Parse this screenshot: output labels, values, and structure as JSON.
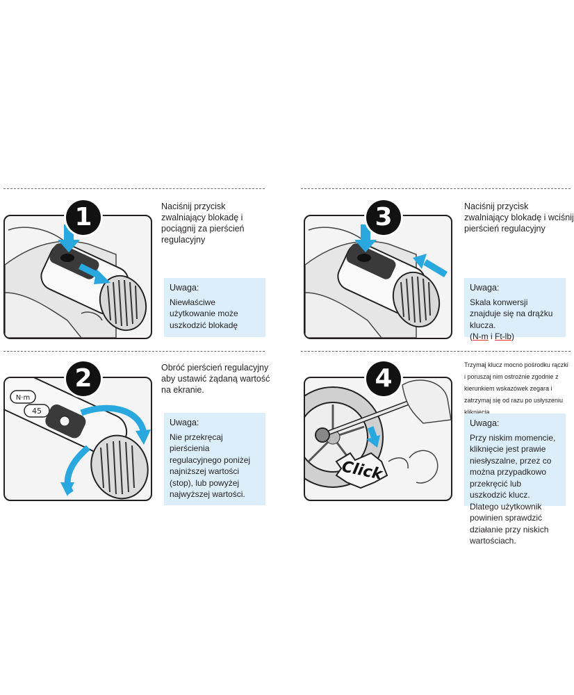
{
  "steps": [
    {
      "number": "1",
      "instruction": "Naciśnij przycisk zwalniający blokadę i pociągnij  za pierścień regulacyjny",
      "note_title": "Uwaga:",
      "note_body": "Niewłaściwe użytkowanie może uszkodzić blokadę"
    },
    {
      "number": "2",
      "instruction": "Obróć pierścień regulacyjny aby ustawić żądaną wartość na ekranie.",
      "note_title": "Uwaga:",
      "note_body": "Nie przekręcaj  pierścienia regulacyjnego poniżej najniższej wartości (stop), lub powyżej  najwyższej wartości.",
      "dial_label": "45",
      "unit_label": "N·m"
    },
    {
      "number": "3",
      "instruction": "Naciśnij przycisk zwalniający blokadę i wciśnij pierścień regulacyjny",
      "note_title": "Uwaga:",
      "note_body": "Skala konwersji znajduje się na drążku klucza.",
      "units_nm": "N-m",
      "units_sep": " i ",
      "units_ftlb": "Ft-lb",
      "units_open": "(",
      "units_close": ")"
    },
    {
      "number": "4",
      "instruction": "Trzymaj klucz mocno pośrodku rączki i poruszaj nim ostrożnie zgodnie z kierunkiem wskazówek zegara i zatrzymaj się od razu po usłyszeniu kliknięcia.",
      "note_title": "Uwaga:",
      "note_body": "Przy niskim momencie, kliknięcie jest prawie niesłyszalne, przez co można przypadkowo przekręcić lub uszkodzić klucz. Dlatego użytkownik powinien sprawdzić działanie przy niskich wartościach.",
      "click_label": "Click"
    }
  ],
  "colors": {
    "note_bg": "#dbeef9",
    "arrow": "#29a8e0",
    "badge": "#111111",
    "divider": "#6d6e71"
  }
}
